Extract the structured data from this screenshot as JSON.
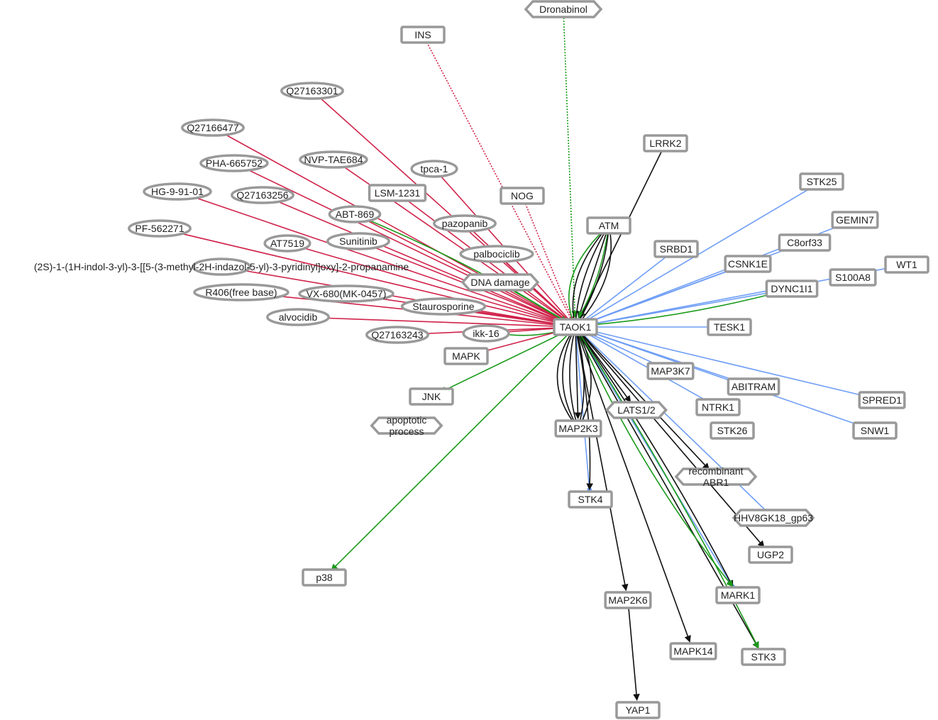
{
  "graph": {
    "center": "TAOK1",
    "colors": {
      "inhibits": "#d0234a",
      "activates": "#1a9a1a",
      "binds": "#6f9ef5",
      "regulates": "#111111"
    },
    "nodes": [
      {
        "id": "Dronabinol",
        "label": "Dronabinol",
        "shape": "hex"
      },
      {
        "id": "INS",
        "label": "INS",
        "shape": "rect"
      },
      {
        "id": "Q27163301",
        "label": "Q27163301",
        "shape": "ellipse"
      },
      {
        "id": "Q27166477",
        "label": "Q27166477",
        "shape": "ellipse"
      },
      {
        "id": "PHA",
        "label": "PHA-665752",
        "shape": "ellipse"
      },
      {
        "id": "NVP",
        "label": "NVP-TAE684",
        "shape": "ellipse"
      },
      {
        "id": "LSM",
        "label": "LSM-1231",
        "shape": "rect"
      },
      {
        "id": "tpca",
        "label": "tpca-1",
        "shape": "ellipse"
      },
      {
        "id": "ABT",
        "label": "ABT-869",
        "shape": "ellipse"
      },
      {
        "id": "HG",
        "label": "HG-9-91-01",
        "shape": "ellipse"
      },
      {
        "id": "Q27163256",
        "label": "Q27163256",
        "shape": "ellipse"
      },
      {
        "id": "NOG",
        "label": "NOG",
        "shape": "rect"
      },
      {
        "id": "pazopanib",
        "label": "pazopanib",
        "shape": "ellipse"
      },
      {
        "id": "Sunitinib",
        "label": "Sunitinib",
        "shape": "ellipse"
      },
      {
        "id": "palbociclib",
        "label": "palbociclib",
        "shape": "ellipse"
      },
      {
        "id": "PF",
        "label": "PF-562271",
        "shape": "ellipse"
      },
      {
        "id": "longdrug",
        "label": "(2S)-1-(1H-indol-3-yl)-3-[[5-(3-methyl-2H-indazol-5-yl)-3-pyridinyl]oxy]-2-propanamine",
        "shape": "ellipse"
      },
      {
        "id": "R406",
        "label": "R406(free base)",
        "shape": "ellipse"
      },
      {
        "id": "AT7519",
        "label": "AT7519",
        "shape": "ellipse"
      },
      {
        "id": "alvocidib",
        "label": "alvocidib",
        "shape": "ellipse"
      },
      {
        "id": "VX680",
        "label": "VX-680(MK-0457)",
        "shape": "ellipse"
      },
      {
        "id": "DNAdamage",
        "label": "DNA damage",
        "shape": "hex"
      },
      {
        "id": "Staurosporine",
        "label": "Staurosporine",
        "shape": "ellipse"
      },
      {
        "id": "Q27163243",
        "label": "Q27163243",
        "shape": "ellipse"
      },
      {
        "id": "ikk16",
        "label": "ikk-16",
        "shape": "ellipse"
      },
      {
        "id": "MAPK",
        "label": "MAPK",
        "shape": "rect"
      },
      {
        "id": "JNK",
        "label": "JNK",
        "shape": "rect"
      },
      {
        "id": "apoptotic",
        "label": "apoptotic process",
        "shape": "hex"
      },
      {
        "id": "p38",
        "label": "p38",
        "shape": "rect"
      },
      {
        "id": "LRRK2",
        "label": "LRRK2",
        "shape": "rect"
      },
      {
        "id": "STK25",
        "label": "STK25",
        "shape": "rect"
      },
      {
        "id": "ATM",
        "label": "ATM",
        "shape": "rect"
      },
      {
        "id": "SRBD1",
        "label": "SRBD1",
        "shape": "rect"
      },
      {
        "id": "C8orf33",
        "label": "C8orf33",
        "shape": "rect"
      },
      {
        "id": "GEMIN7",
        "label": "GEMIN7",
        "shape": "rect"
      },
      {
        "id": "CSNK1E",
        "label": "CSNK1E",
        "shape": "rect"
      },
      {
        "id": "WT1",
        "label": "WT1",
        "shape": "rect"
      },
      {
        "id": "S100A8",
        "label": "S100A8",
        "shape": "rect"
      },
      {
        "id": "DYNC1I1",
        "label": "DYNC1I1",
        "shape": "rect"
      },
      {
        "id": "TESK1",
        "label": "TESK1",
        "shape": "rect"
      },
      {
        "id": "MAP3K7",
        "label": "MAP3K7",
        "shape": "rect"
      },
      {
        "id": "ABITRAM",
        "label": "ABITRAM",
        "shape": "rect"
      },
      {
        "id": "STK26",
        "label": "STK26",
        "shape": "rect"
      },
      {
        "id": "NTRK1",
        "label": "NTRK1",
        "shape": "rect"
      },
      {
        "id": "SPRED1",
        "label": "SPRED1",
        "shape": "rect"
      },
      {
        "id": "SNW1",
        "label": "SNW1",
        "shape": "rect"
      },
      {
        "id": "LATS",
        "label": "LATS1/2",
        "shape": "hex"
      },
      {
        "id": "MAP2K3",
        "label": "MAP2K3",
        "shape": "rect"
      },
      {
        "id": "ABR1",
        "label": "recombinant ABR1",
        "shape": "hex"
      },
      {
        "id": "HHV8",
        "label": "HHV8GK18_gp63",
        "shape": "hex"
      },
      {
        "id": "STK4",
        "label": "STK4",
        "shape": "rect"
      },
      {
        "id": "UGP2",
        "label": "UGP2",
        "shape": "rect"
      },
      {
        "id": "MARK1",
        "label": "MARK1",
        "shape": "rect"
      },
      {
        "id": "MAP2K6",
        "label": "MAP2K6",
        "shape": "rect"
      },
      {
        "id": "MAPK14",
        "label": "MAPK14",
        "shape": "rect"
      },
      {
        "id": "STK3",
        "label": "STK3",
        "shape": "rect"
      },
      {
        "id": "YAP1",
        "label": "YAP1",
        "shape": "rect"
      },
      {
        "id": "TAOK1",
        "label": "TAOK1",
        "shape": "rect"
      }
    ],
    "edges": [
      {
        "from": "Dronabinol",
        "to": "TAOK1",
        "type": "activates",
        "dashed": true
      },
      {
        "from": "INS",
        "to": "TAOK1",
        "type": "inhibits",
        "dashed": true
      },
      {
        "from": "NOG",
        "to": "TAOK1",
        "type": "inhibits",
        "dashed": true
      },
      {
        "from": "Q27163301",
        "to": "TAOK1",
        "type": "inhibits"
      },
      {
        "from": "Q27166477",
        "to": "TAOK1",
        "type": "inhibits"
      },
      {
        "from": "PHA",
        "to": "TAOK1",
        "type": "inhibits"
      },
      {
        "from": "NVP",
        "to": "TAOK1",
        "type": "inhibits"
      },
      {
        "from": "LSM",
        "to": "TAOK1",
        "type": "inhibits"
      },
      {
        "from": "tpca",
        "to": "TAOK1",
        "type": "inhibits"
      },
      {
        "from": "ABT",
        "to": "TAOK1",
        "type": "inhibits"
      },
      {
        "from": "ABT",
        "to": "TAOK1",
        "type": "activates"
      },
      {
        "from": "HG",
        "to": "TAOK1",
        "type": "inhibits"
      },
      {
        "from": "Q27163256",
        "to": "TAOK1",
        "type": "inhibits"
      },
      {
        "from": "pazopanib",
        "to": "TAOK1",
        "type": "inhibits"
      },
      {
        "from": "Sunitinib",
        "to": "TAOK1",
        "type": "inhibits"
      },
      {
        "from": "palbociclib",
        "to": "TAOK1",
        "type": "inhibits"
      },
      {
        "from": "PF",
        "to": "TAOK1",
        "type": "inhibits"
      },
      {
        "from": "longdrug",
        "to": "TAOK1",
        "type": "inhibits"
      },
      {
        "from": "R406",
        "to": "TAOK1",
        "type": "inhibits"
      },
      {
        "from": "AT7519",
        "to": "TAOK1",
        "type": "inhibits"
      },
      {
        "from": "alvocidib",
        "to": "TAOK1",
        "type": "inhibits"
      },
      {
        "from": "VX680",
        "to": "TAOK1",
        "type": "inhibits"
      },
      {
        "from": "DNAdamage",
        "to": "TAOK1",
        "type": "activates"
      },
      {
        "from": "Staurosporine",
        "to": "TAOK1",
        "type": "inhibits"
      },
      {
        "from": "Q27163243",
        "to": "TAOK1",
        "type": "inhibits"
      },
      {
        "from": "ikk16",
        "to": "TAOK1",
        "type": "inhibits"
      },
      {
        "from": "TAOK1",
        "to": "ikk16",
        "type": "activates"
      },
      {
        "from": "TAOK1",
        "to": "MAPK",
        "type": "inhibits"
      },
      {
        "from": "TAOK1",
        "to": "JNK",
        "type": "activates"
      },
      {
        "from": "TAOK1",
        "to": "p38",
        "type": "activates"
      },
      {
        "from": "LRRK2",
        "to": "TAOK1",
        "type": "regulates"
      },
      {
        "from": "ATM",
        "to": "TAOK1",
        "type": "regulates"
      },
      {
        "from": "ATM",
        "to": "TAOK1",
        "type": "activates"
      },
      {
        "from": "TAOK1",
        "to": "STK25",
        "type": "binds"
      },
      {
        "from": "TAOK1",
        "to": "SRBD1",
        "type": "binds"
      },
      {
        "from": "TAOK1",
        "to": "C8orf33",
        "type": "binds"
      },
      {
        "from": "TAOK1",
        "to": "CSNK1E",
        "type": "binds"
      },
      {
        "from": "TAOK1",
        "to": "GEMIN7",
        "type": "binds"
      },
      {
        "from": "TAOK1",
        "to": "WT1",
        "type": "binds"
      },
      {
        "from": "TAOK1",
        "to": "DYNC1I1",
        "type": "binds"
      },
      {
        "from": "DYNC1I1",
        "to": "TAOK1",
        "type": "activates"
      },
      {
        "from": "TAOK1",
        "to": "TESK1",
        "type": "binds"
      },
      {
        "from": "TAOK1",
        "to": "MAP3K7",
        "type": "binds"
      },
      {
        "from": "TAOK1",
        "to": "ABITRAM",
        "type": "binds"
      },
      {
        "from": "TAOK1",
        "to": "NTRK1",
        "type": "binds"
      },
      {
        "from": "TAOK1",
        "to": "SPRED1",
        "type": "binds"
      },
      {
        "from": "TAOK1",
        "to": "SNW1",
        "type": "binds"
      },
      {
        "from": "TAOK1",
        "to": "HHV8",
        "type": "binds"
      },
      {
        "from": "TAOK1",
        "to": "MARK1",
        "type": "binds"
      },
      {
        "from": "TAOK1",
        "to": "STK4",
        "type": "binds"
      },
      {
        "from": "TAOK1",
        "to": "LATS",
        "type": "regulates"
      },
      {
        "from": "TAOK1",
        "to": "MAP2K3",
        "type": "regulates"
      },
      {
        "from": "TAOK1",
        "to": "ABR1",
        "type": "regulates"
      },
      {
        "from": "TAOK1",
        "to": "UGP2",
        "type": "regulates"
      },
      {
        "from": "TAOK1",
        "to": "STK4",
        "type": "regulates"
      },
      {
        "from": "TAOK1",
        "to": "MAP2K6",
        "type": "regulates"
      },
      {
        "from": "TAOK1",
        "to": "MAPK14",
        "type": "regulates"
      },
      {
        "from": "TAOK1",
        "to": "MARK1",
        "type": "regulates"
      },
      {
        "from": "TAOK1",
        "to": "STK3",
        "type": "regulates"
      },
      {
        "from": "TAOK1",
        "to": "STK3",
        "type": "activates"
      },
      {
        "from": "TAOK1",
        "to": "MARK1",
        "type": "activates"
      },
      {
        "from": "MAP2K6",
        "to": "YAP1",
        "type": "regulates"
      }
    ]
  }
}
